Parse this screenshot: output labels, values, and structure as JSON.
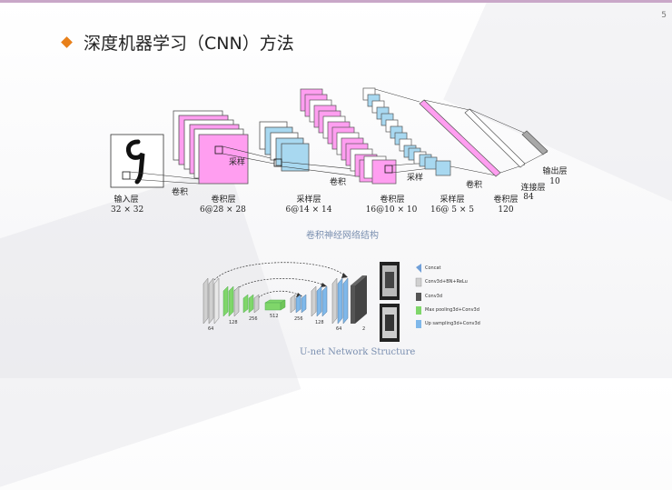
{
  "page_number": "5",
  "title": "深度机器学习（CNN）方法",
  "cnn": {
    "input_label": "输入层",
    "input_size": "32 × 32",
    "conv1_op": "卷积",
    "conv1_label": "卷积层",
    "conv1_size": "6@28 × 28",
    "pool1_op": "采样",
    "pool1_label": "采样层",
    "pool1_size": "6@14 × 14",
    "conv2_op": "卷积",
    "conv2_label": "卷积层",
    "conv2_size": "16@10 × 10",
    "pool2_op": "采样",
    "pool2_label": "采样层",
    "pool2_size": "16@ 5 × 5",
    "conv3_op": "卷积",
    "conv3_label": "卷积层",
    "conv3_size": "120",
    "fc_label": "连接层",
    "fc_size": "84",
    "output_label": "输出层",
    "output_size": "10",
    "caption": "卷积神经网络结构"
  },
  "unet": {
    "numbers": [
      "64",
      "128",
      "256",
      "512",
      "256",
      "128",
      "64",
      "2"
    ],
    "legend": [
      {
        "label": "Concat",
        "color": "#6f9fd8"
      },
      {
        "label": "Conv3d+BN+ReLu",
        "color": "#d0d0d0"
      },
      {
        "label": "Conv3d",
        "color": "#555555"
      },
      {
        "label": "Max pooling3d+Conv3d",
        "color": "#7fd66a"
      },
      {
        "label": "Up sampling3d+Conv3d",
        "color": "#7fb8ea"
      }
    ],
    "caption": "U-net Network Structure"
  },
  "colors": {
    "pink": "#ff9ef0",
    "blue": "#a8d8f0",
    "accent": "#e8801a"
  }
}
